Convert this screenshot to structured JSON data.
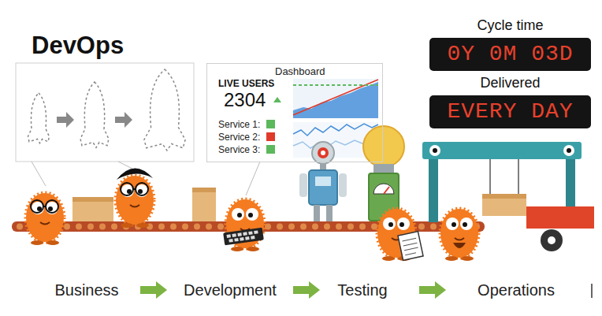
{
  "diagram": {
    "title": "DevOps",
    "nodes": [
      {
        "text": [
          "Dashboard",
          "LIVE USERS",
          "2304",
          "Service 1:",
          "Service 2:",
          "Service 3:"
        ]
      },
      {
        "text": [
          "Cycle time",
          "0Y 0M 03D"
        ]
      },
      {
        "text": [
          "Delivered",
          "EVERY DAY"
        ]
      }
    ],
    "labels": [
      "Business",
      "Development",
      "Testing",
      "Operations"
    ]
  }
}
